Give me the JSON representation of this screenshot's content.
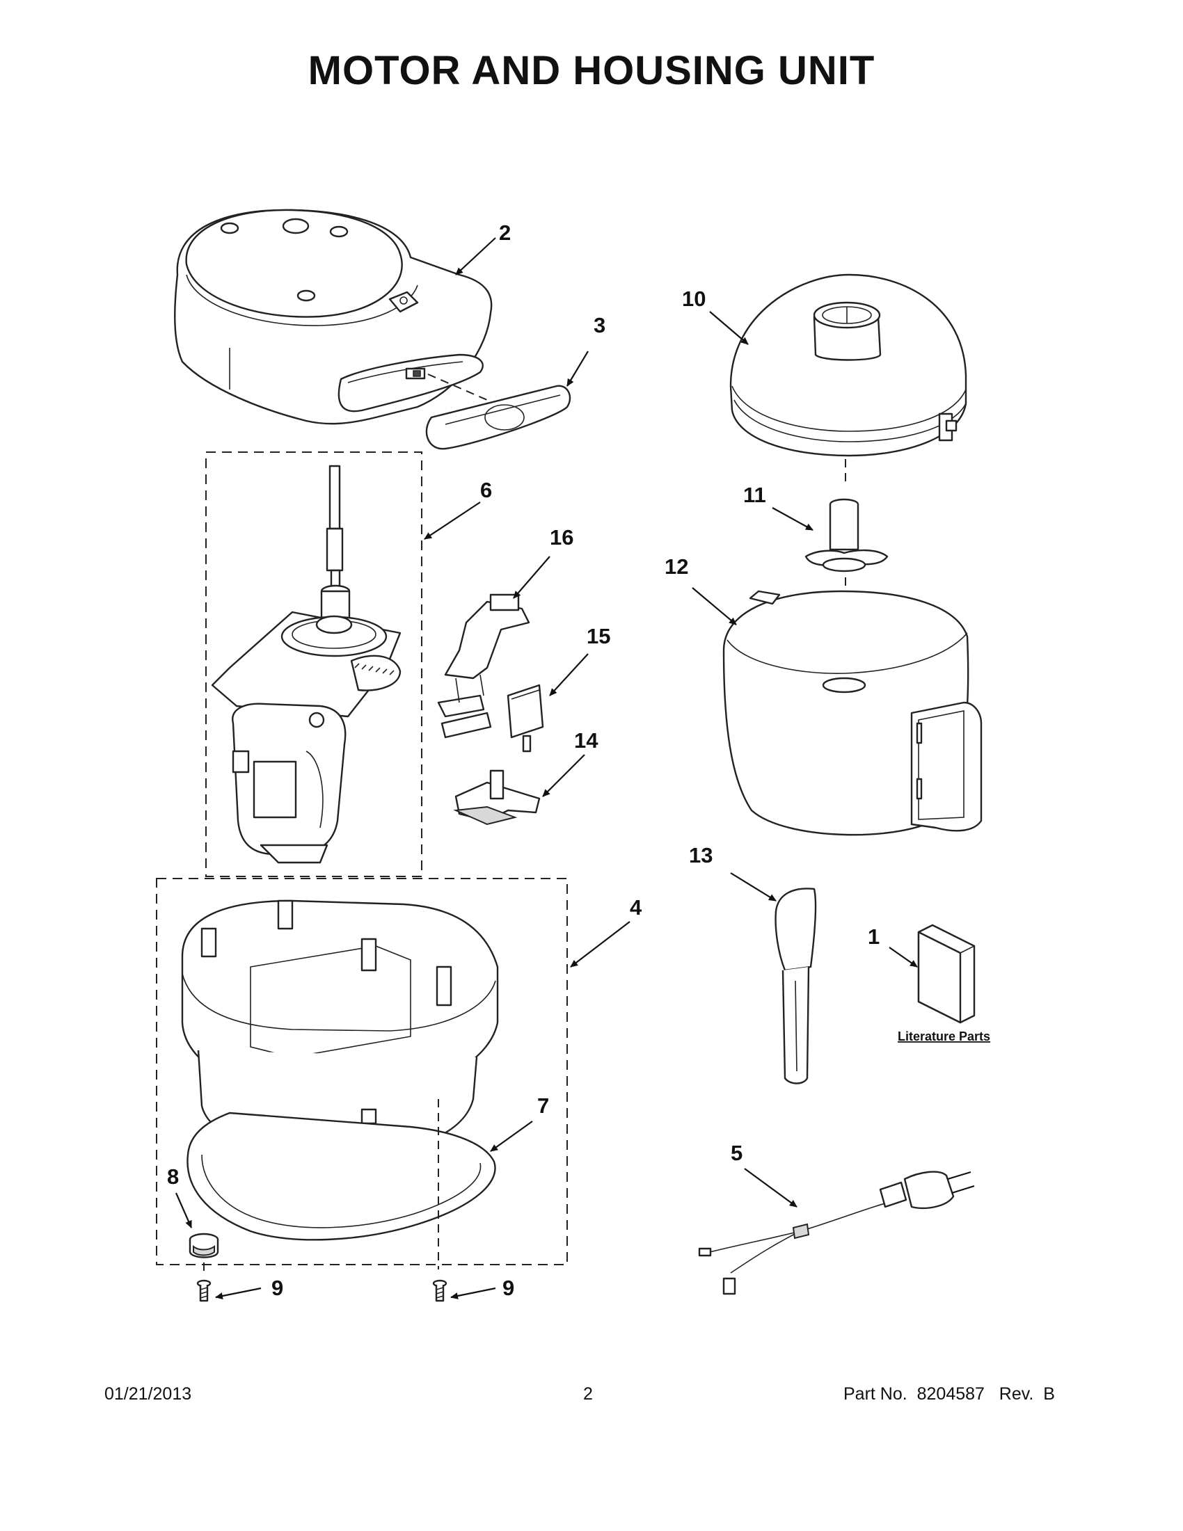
{
  "title": "MOTOR AND HOUSING UNIT",
  "callouts": {
    "c1": "1",
    "c2": "2",
    "c3": "3",
    "c4": "4",
    "c5": "5",
    "c6": "6",
    "c7": "7",
    "c8": "8",
    "c9a": "9",
    "c9b": "9",
    "c10": "10",
    "c11": "11",
    "c12": "12",
    "c13": "13",
    "c14": "14",
    "c15": "15",
    "c16": "16"
  },
  "literature_label": "Literature Parts",
  "footer": {
    "date": "01/21/2013",
    "page": "2",
    "part_label": "Part No.",
    "part_number": "8204587",
    "rev_label": "Rev.",
    "rev": "B"
  }
}
